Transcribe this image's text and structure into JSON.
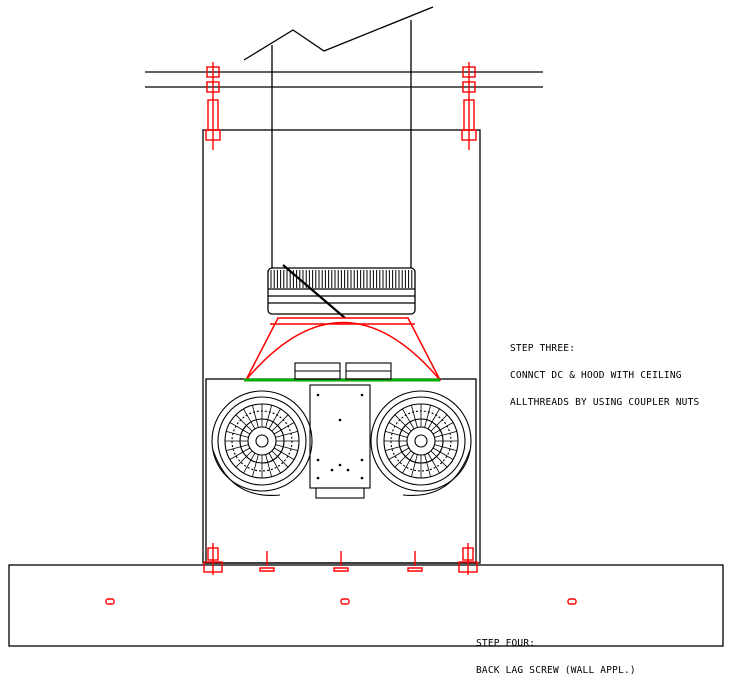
{
  "drawing": {
    "line_color": "#000000",
    "hardware_color": "#ff0000",
    "gasket_color": "#00aa00"
  },
  "notes": {
    "step_three": {
      "title": "STEP THREE:",
      "lines": [
        "CONNCT DC & HOOD WITH CEILING",
        "ALLTHREADS BY USING COUPLER NUTS"
      ]
    },
    "step_four": {
      "title": "STEP FOUR:",
      "lines": [
        "BACK LAG SCREW (WALL APPL.)"
      ]
    }
  }
}
